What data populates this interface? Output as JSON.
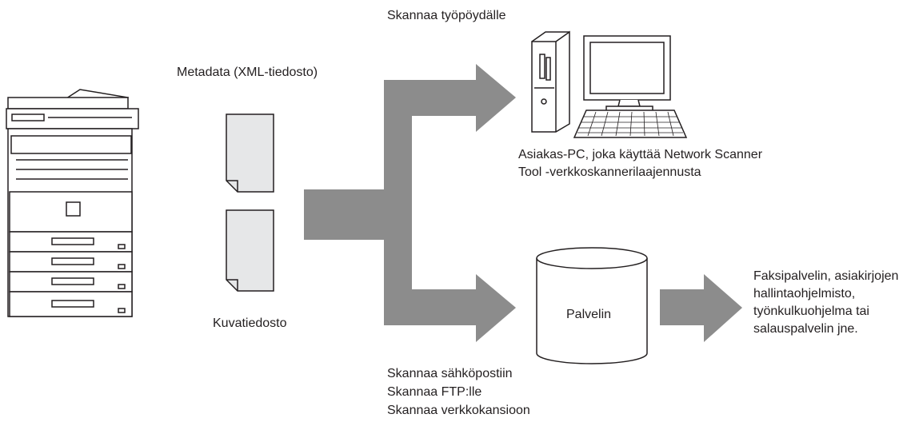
{
  "labels": {
    "scan_to_desktop": "Skannaa työpöydälle",
    "metadata": "Metadata (XML-tiedosto)",
    "image_file": "Kuvatiedosto",
    "client_pc_line1": "Asiakas-PC, joka käyttää Network Scanner",
    "client_pc_line2": "Tool -verkkoskannerilaajennusta",
    "server": "Palvelin",
    "scan_email": "Skannaa sähköpostiin",
    "scan_ftp": "Skannaa FTP:lle",
    "scan_network_folder": "Skannaa verkkokansioon",
    "apps_line1": "Faksipalvelin, asiakirjojen",
    "apps_line2": "hallintaohjelmisto,",
    "apps_line3": "työnkulkuohjelma tai",
    "apps_line4": "salauspalvelin jne."
  },
  "colors": {
    "arrow": "#8c8c8c",
    "document_fill": "#e6e7e8",
    "outline": "#231f20"
  },
  "icons": [
    "printer-icon",
    "document-icon",
    "pc-tower-icon",
    "monitor-icon",
    "keyboard-icon",
    "server-cylinder-icon"
  ]
}
